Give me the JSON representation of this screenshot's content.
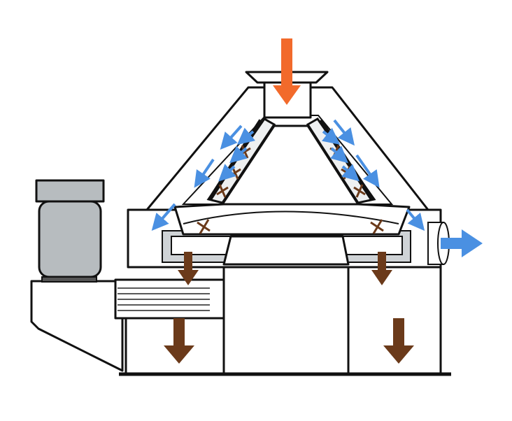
{
  "colors": {
    "feed": "#f26a2b",
    "air": "#4a90e2",
    "product": "#6b3a1a",
    "motor": "#b7bcbf",
    "motor_dark": "#8f9497",
    "outline": "#111111",
    "fill": "#ffffff",
    "liner": "#cfd3d6"
  },
  "diagram": {
    "parts": [
      "feed-hopper",
      "cone-housing",
      "inner-cone",
      "rotor-blades",
      "screen-basket",
      "motor",
      "belt-drive",
      "outlet-chambers",
      "air-outlet"
    ],
    "flows": [
      "feed-inflow",
      "air-flow",
      "product-discharge",
      "air-exhaust"
    ]
  }
}
